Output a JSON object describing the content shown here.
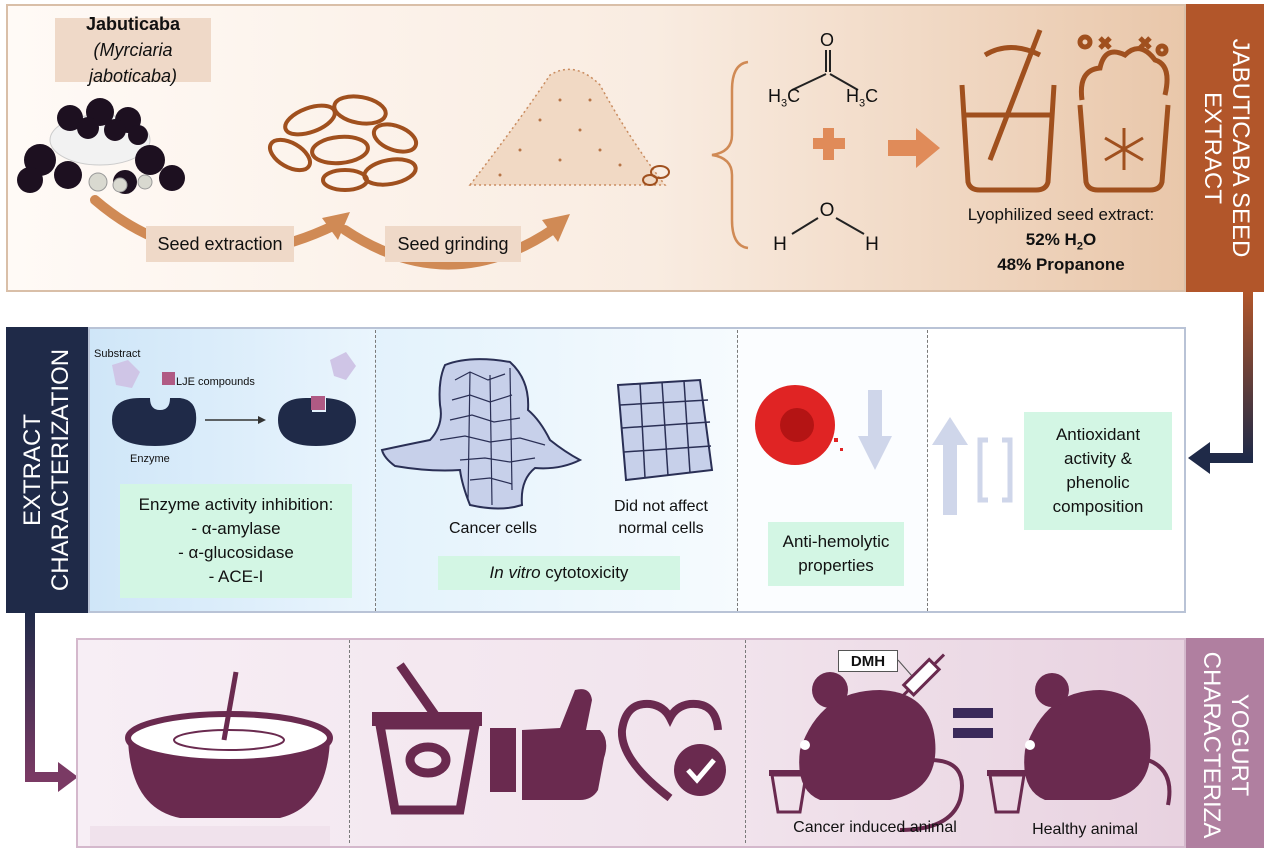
{
  "top_section": {
    "band_label_line1": "JABUTICABA SEED",
    "band_label_line2": "EXTRACT",
    "fruit_name": "Jabuticaba",
    "fruit_scientific": "(Myrciaria jaboticaba)",
    "step1": "Seed extraction",
    "step2": "Seed grinding",
    "acetone_O": "O",
    "acetone_left": "H",
    "acetone_left_sub": "3",
    "acetone_left_c": "C",
    "acetone_right": "H",
    "acetone_right_sub": "3",
    "acetone_right_c": "C",
    "water_O": "O",
    "water_H1": "H",
    "water_H2": "H",
    "result_title": "Lyophilized seed extract:",
    "result_water_pct": "52% H",
    "result_water_sub": "2",
    "result_water_O": "O",
    "result_propanone": "48% Propanone"
  },
  "middle_section": {
    "band_label_line1": "EXTRACT",
    "band_label_line2": "CHARACTERIZATION",
    "substract_label": "Substract",
    "compounds_label": "LJE compounds",
    "enzyme_label": "Enzyme",
    "enzyme_box_title": "Enzyme activity inhibition:",
    "enzyme_items": [
      "- α-amylase",
      "- α-glucosidase",
      "- ACE-I"
    ],
    "cancer_cells_label": "Cancer cells",
    "normal_cells_line1": "Did not affect",
    "normal_cells_line2": "normal cells",
    "cytotoxicity_italic": "In vitro",
    "cytotoxicity_rest": " cytotoxicity",
    "antihemolytic_line1": "Anti-hemolytic",
    "antihemolytic_line2": "properties",
    "antioxidant_line1": "Antioxidant",
    "antioxidant_line2": "activity &",
    "antioxidant_line3": "phenolic",
    "antioxidant_line4": "composition"
  },
  "bottom_section": {
    "band_label_line1": "YOGURT",
    "band_label_line2": "CHARACTERIZA",
    "dmh_label": "DMH",
    "cancer_animal_label": "Cancer induced animal",
    "healthy_animal_label": "Healthy animal"
  },
  "colors": {
    "brown": "#b2562a",
    "navy": "#1f2a48",
    "plum": "#6a2a4f",
    "mint": "#d3f6e4",
    "tan": "#efd9c8"
  }
}
